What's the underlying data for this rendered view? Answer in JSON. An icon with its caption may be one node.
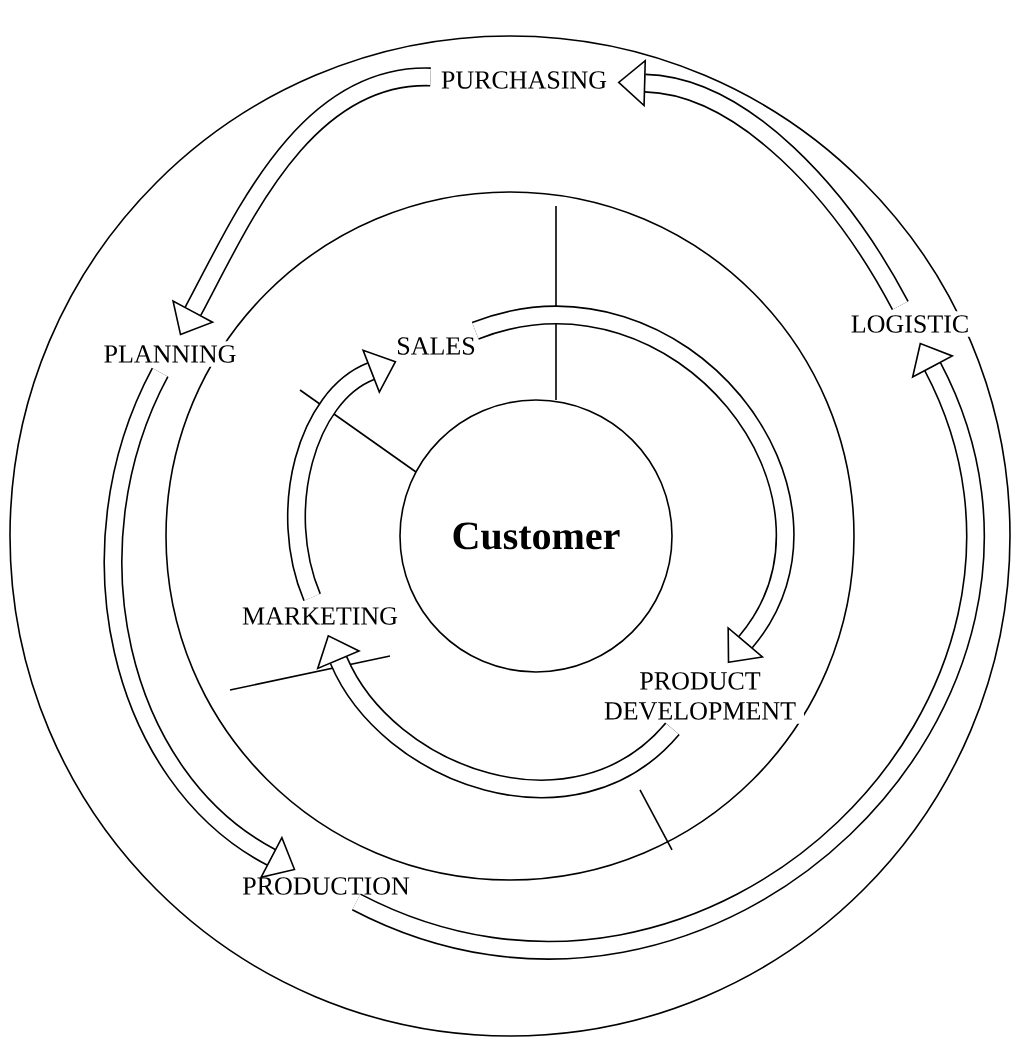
{
  "diagram": {
    "nodes": [
      {
        "text": [
          "Customer"
        ]
      },
      {
        "text": [
          "SALES"
        ]
      },
      {
        "text": [
          "PRODUCT DEVELOPMENT"
        ]
      },
      {
        "text": [
          "MARKETING"
        ]
      },
      {
        "text": [
          "PURCHASING"
        ]
      },
      {
        "text": [
          "PLANNING"
        ]
      },
      {
        "text": [
          "PRODUCTION"
        ]
      },
      {
        "text": [
          "LOGISTIC"
        ]
      }
    ],
    "edges": [
      {
        "from": 1,
        "to": 2,
        "arrow": "to"
      },
      {
        "from": 2,
        "to": 3,
        "arrow": "to"
      },
      {
        "from": 3,
        "to": 1,
        "arrow": "to"
      },
      {
        "from": 6,
        "to": 7,
        "arrow": "to"
      },
      {
        "from": 7,
        "to": 4,
        "arrow": "to"
      },
      {
        "from": 4,
        "to": 5,
        "arrow": "to"
      },
      {
        "from": 5,
        "to": 6,
        "arrow": "to"
      }
    ]
  }
}
